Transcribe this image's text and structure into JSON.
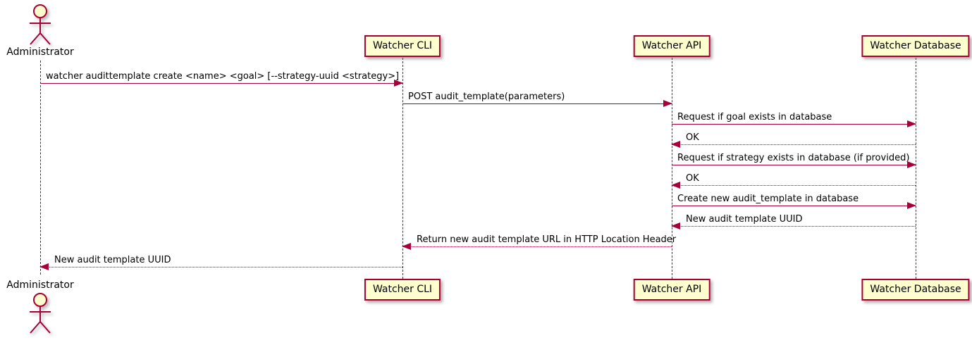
{
  "diagram": {
    "type": "sequence",
    "colors": {
      "accent": "#A80036",
      "participant_fill": "#FEFECE",
      "text": "#000000",
      "background": "#FFFFFF"
    },
    "actor": {
      "name": "Administrator"
    },
    "participants": [
      {
        "name": "Watcher CLI"
      },
      {
        "name": "Watcher API"
      },
      {
        "name": "Watcher Database"
      }
    ],
    "messages": [
      {
        "from": "Administrator",
        "to": "Watcher CLI",
        "style": "solid",
        "text": "watcher audittemplate create <name> <goal> [--strategy-uuid <strategy>]"
      },
      {
        "from": "Watcher CLI",
        "to": "Watcher API",
        "style": "solid",
        "text": "POST audit_template(parameters)"
      },
      {
        "from": "Watcher API",
        "to": "Watcher Database",
        "style": "solid",
        "text": "Request if goal exists in database"
      },
      {
        "from": "Watcher Database",
        "to": "Watcher API",
        "style": "dashed",
        "text": "OK"
      },
      {
        "from": "Watcher API",
        "to": "Watcher Database",
        "style": "solid",
        "text": "Request if strategy exists in database (if provided)"
      },
      {
        "from": "Watcher Database",
        "to": "Watcher API",
        "style": "dashed",
        "text": "OK"
      },
      {
        "from": "Watcher API",
        "to": "Watcher Database",
        "style": "solid",
        "text": "Create new audit_template in database"
      },
      {
        "from": "Watcher Database",
        "to": "Watcher API",
        "style": "dashed",
        "text": "New audit template UUID"
      },
      {
        "from": "Watcher API",
        "to": "Watcher CLI",
        "style": "dashed",
        "text": "Return new audit template URL in HTTP Location Header"
      },
      {
        "from": "Watcher CLI",
        "to": "Administrator",
        "style": "dashed",
        "text": "New audit template UUID"
      }
    ]
  }
}
